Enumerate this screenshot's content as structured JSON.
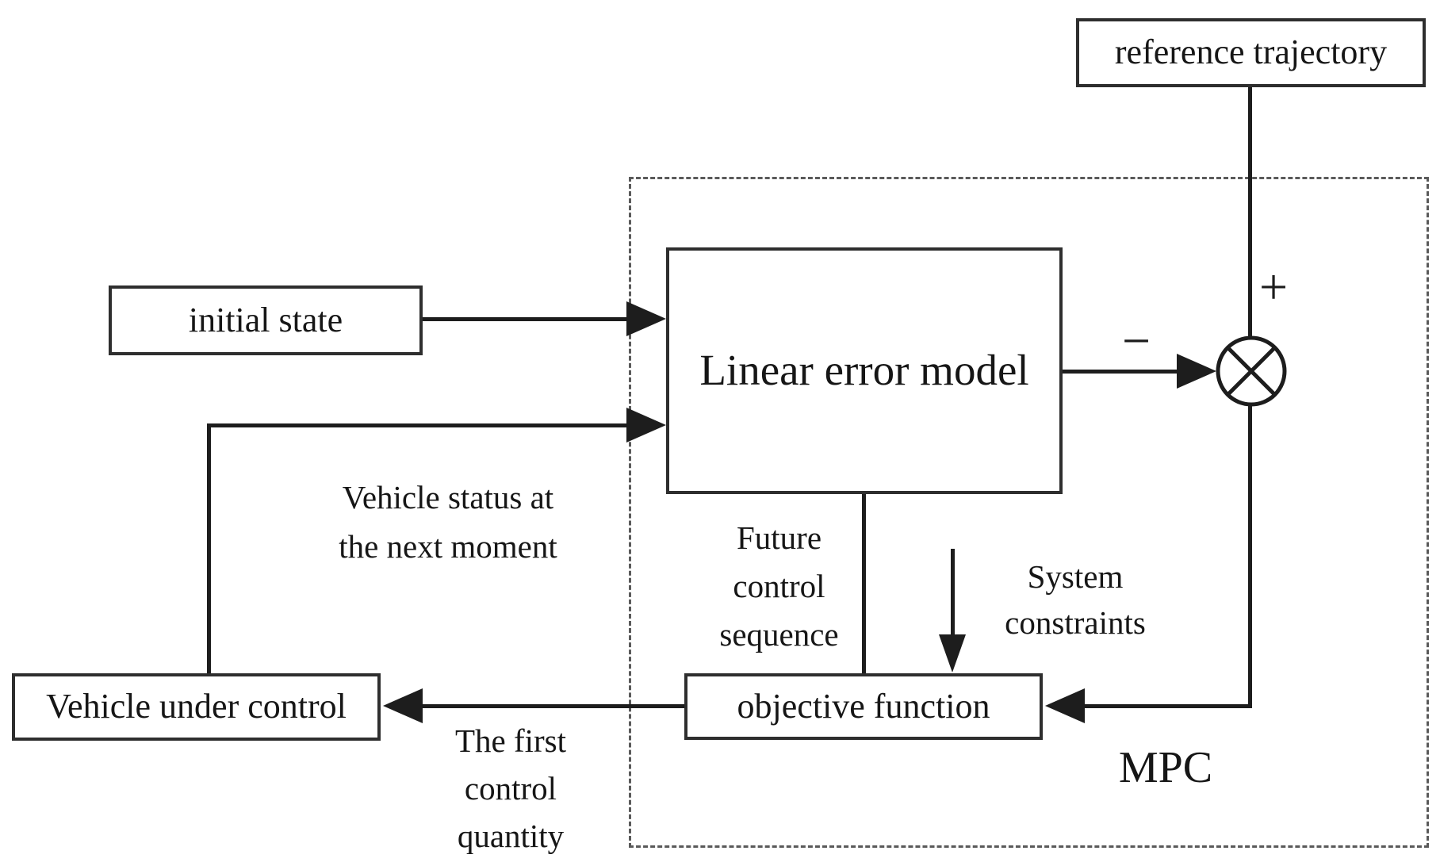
{
  "diagram": {
    "boxes": {
      "reference_trajectory": "reference trajectory",
      "initial_state": "initial state",
      "linear_error_model": "Linear error model",
      "objective_function": "objective function",
      "vehicle_under_control": "Vehicle under control"
    },
    "labels": {
      "vehicle_status": [
        "Vehicle status at",
        "the next moment"
      ],
      "future_control": [
        "Future",
        "control",
        "sequence"
      ],
      "system_constraints": [
        "System",
        "constraints"
      ],
      "first_control": [
        "The first",
        "control",
        "quantity"
      ],
      "mpc": "MPC",
      "plus_sign": "+",
      "minus_sign": "−"
    },
    "colors": {
      "line": "#1d1d1d",
      "box_border": "#2e2e2e",
      "dashed_border": "#5a5a5a",
      "text": "#161616",
      "background": "#ffffff"
    }
  }
}
